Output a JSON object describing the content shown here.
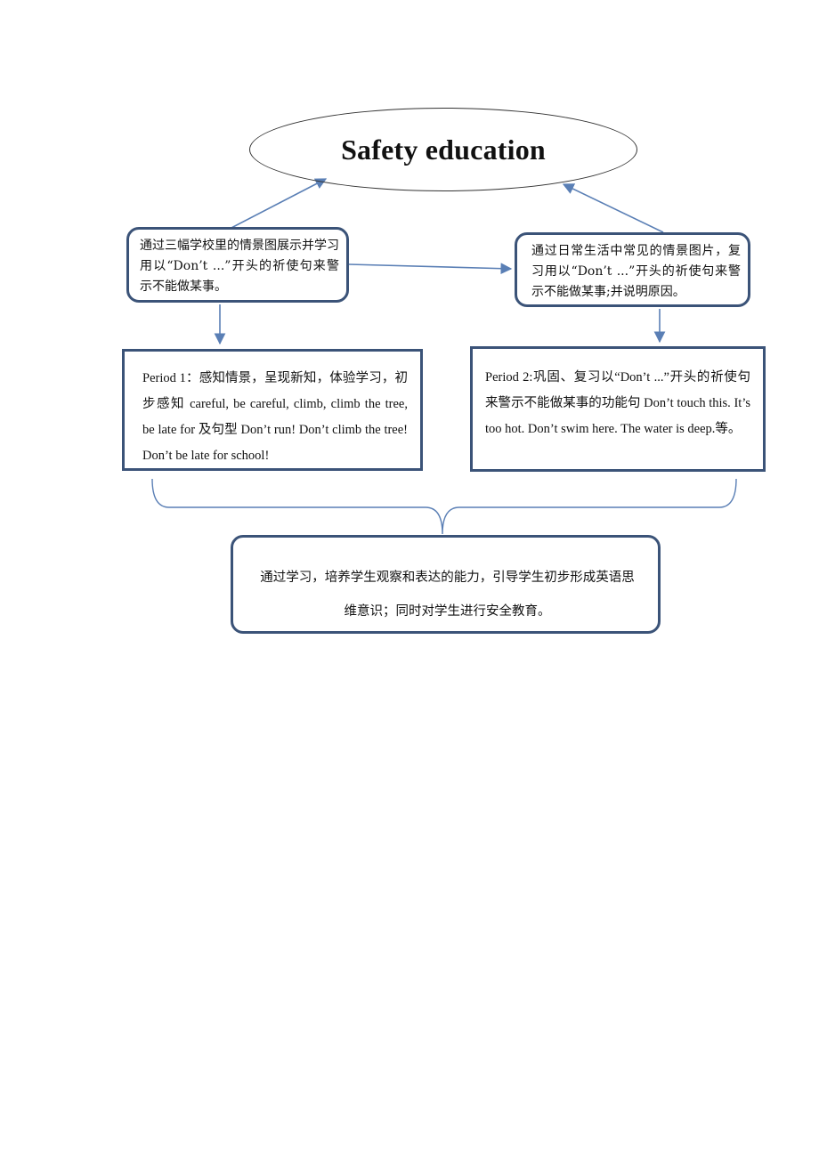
{
  "diagram": {
    "title": "Safety education",
    "left_goal": "通过三幅学校里的情景图展示并学习用以“Don’t ...”开头的祈使句来警示不能做某事。",
    "right_goal": "通过日常生活中常见的情景图片，复习用以“Don’t ...”开头的祈使句来警示不能做某事;并说明原因。",
    "period_1": "Period 1：感知情景，呈现新知，体验学习，初步感知 careful, be careful, climb, climb the tree, be late for 及句型 Don’t run! Don’t climb the tree! Don’t be late for school!",
    "period_2": "Period 2:巩固、复习以“Don’t ...”开头的祈使句来警示不能做某事的功能句 Don’t touch this. It’s too hot. Don’t swim here. The water is deep.等。",
    "summary": "通过学习，培养学生观察和表达的能力，引导学生初步形成英语思维意识；同时对学生进行安全教育。"
  },
  "colors": {
    "box_border": "#3b5378",
    "arrow": "#5a7fb5",
    "ellipse_border": "#333333",
    "text": "#111111"
  }
}
